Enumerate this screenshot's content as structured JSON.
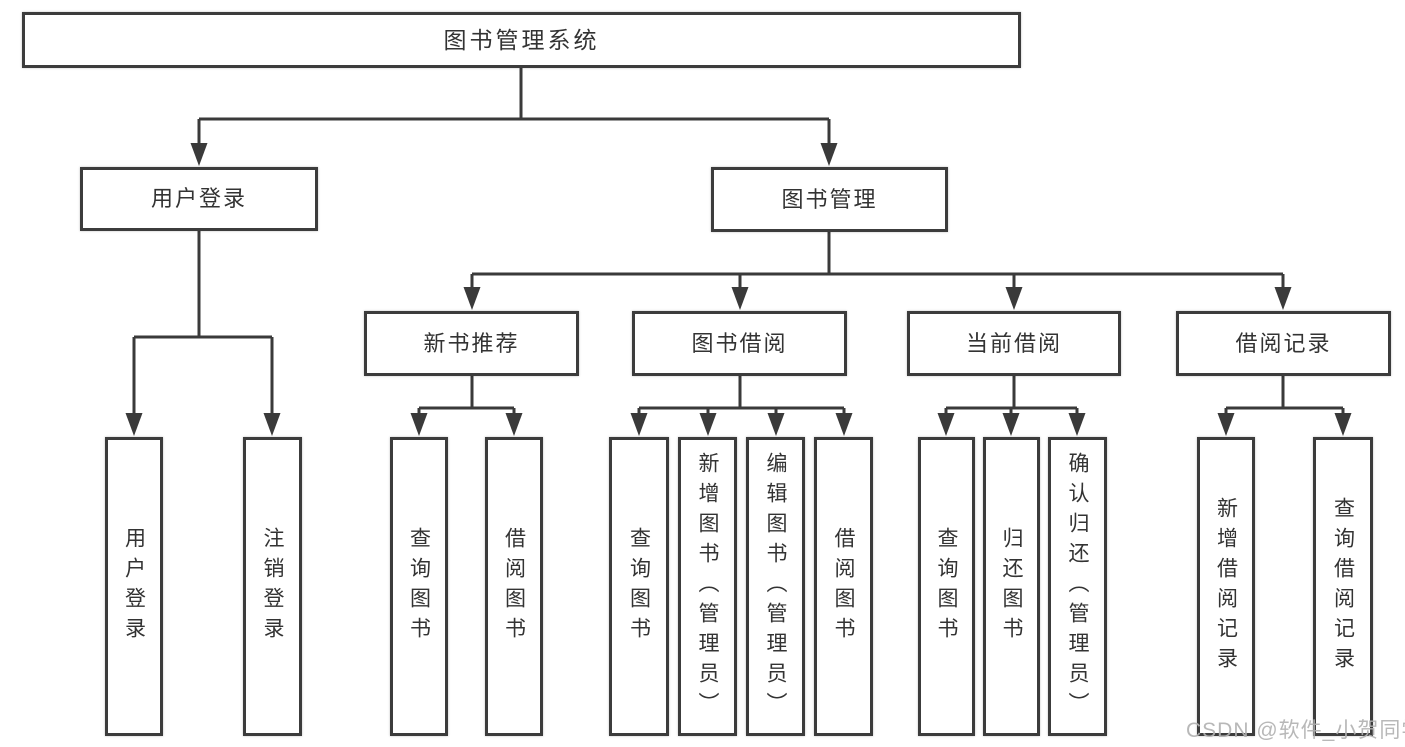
{
  "diagram_title": "图书管理系统",
  "colors": {
    "background": "#ffffff",
    "box_border": "#3c3c3c",
    "connector_line": "#3a3a3a",
    "text": "#333333",
    "watermark": "#b2b2b2"
  },
  "watermark": {
    "text": "CSDN @软件_小贺同学"
  },
  "tree": {
    "root": {
      "label": "图书管理系统",
      "children": [
        {
          "label": "用户登录",
          "children": [
            {
              "label": "用户登录"
            },
            {
              "label": "注销登录"
            }
          ]
        },
        {
          "label": "图书管理",
          "children": [
            {
              "label": "新书推荐",
              "children": [
                {
                  "label": "查询图书"
                },
                {
                  "label": "借阅图书"
                }
              ]
            },
            {
              "label": "图书借阅",
              "children": [
                {
                  "label": "查询图书"
                },
                {
                  "label": "新增图书（管理员）"
                },
                {
                  "label": "编辑图书（管理员）"
                },
                {
                  "label": "借阅图书"
                }
              ]
            },
            {
              "label": "当前借阅",
              "children": [
                {
                  "label": "查询图书"
                },
                {
                  "label": "归还图书"
                },
                {
                  "label": "确认归还（管理员）"
                }
              ]
            },
            {
              "label": "借阅记录",
              "children": [
                {
                  "label": "新增借阅记录"
                },
                {
                  "label": "查询借阅记录"
                }
              ]
            }
          ]
        }
      ]
    }
  }
}
